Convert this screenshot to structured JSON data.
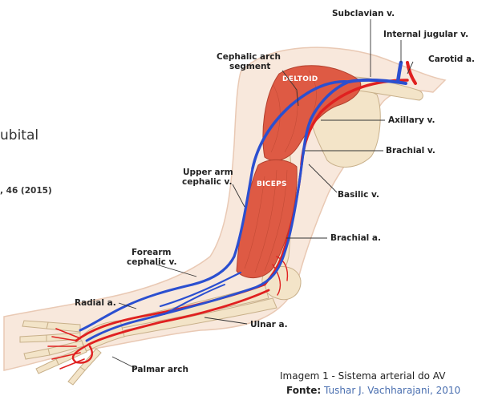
{
  "side_text": {
    "word": "ubital",
    "reference": ", 46 (2015)"
  },
  "muscles": {
    "deltoid": "DELTOID",
    "biceps": "BICEPS"
  },
  "labels": {
    "subclavian": "Subclavian v.",
    "internal_jugular": "Internal jugular v.",
    "carotid": "Carotid a.",
    "cephalic_arch_1": "Cephalic arch",
    "cephalic_arch_2": "segment",
    "axillary": "Axillary v.",
    "brachial_v": "Brachial v.",
    "basilic": "Basilic v.",
    "upper_arm_1": "Upper arm",
    "upper_arm_2": "cephalic v.",
    "brachial_a": "Brachial a.",
    "forearm_1": "Forearm",
    "forearm_2": "cephalic v.",
    "radial": "Radial a.",
    "ulnar": "Ulnar a.",
    "palmar": "Palmar arch"
  },
  "caption": {
    "title": "Imagem 1 - Sistema arterial do AV",
    "credit_prefix": "Fonte:",
    "credit_name": "Tushar J. Vachharajani, 2010"
  },
  "colors": {
    "vein": "#2b4fd0",
    "artery": "#e02020",
    "muscle": "#de5a44",
    "bone": "#f3e4c8",
    "skin": "#f8e8dc"
  }
}
